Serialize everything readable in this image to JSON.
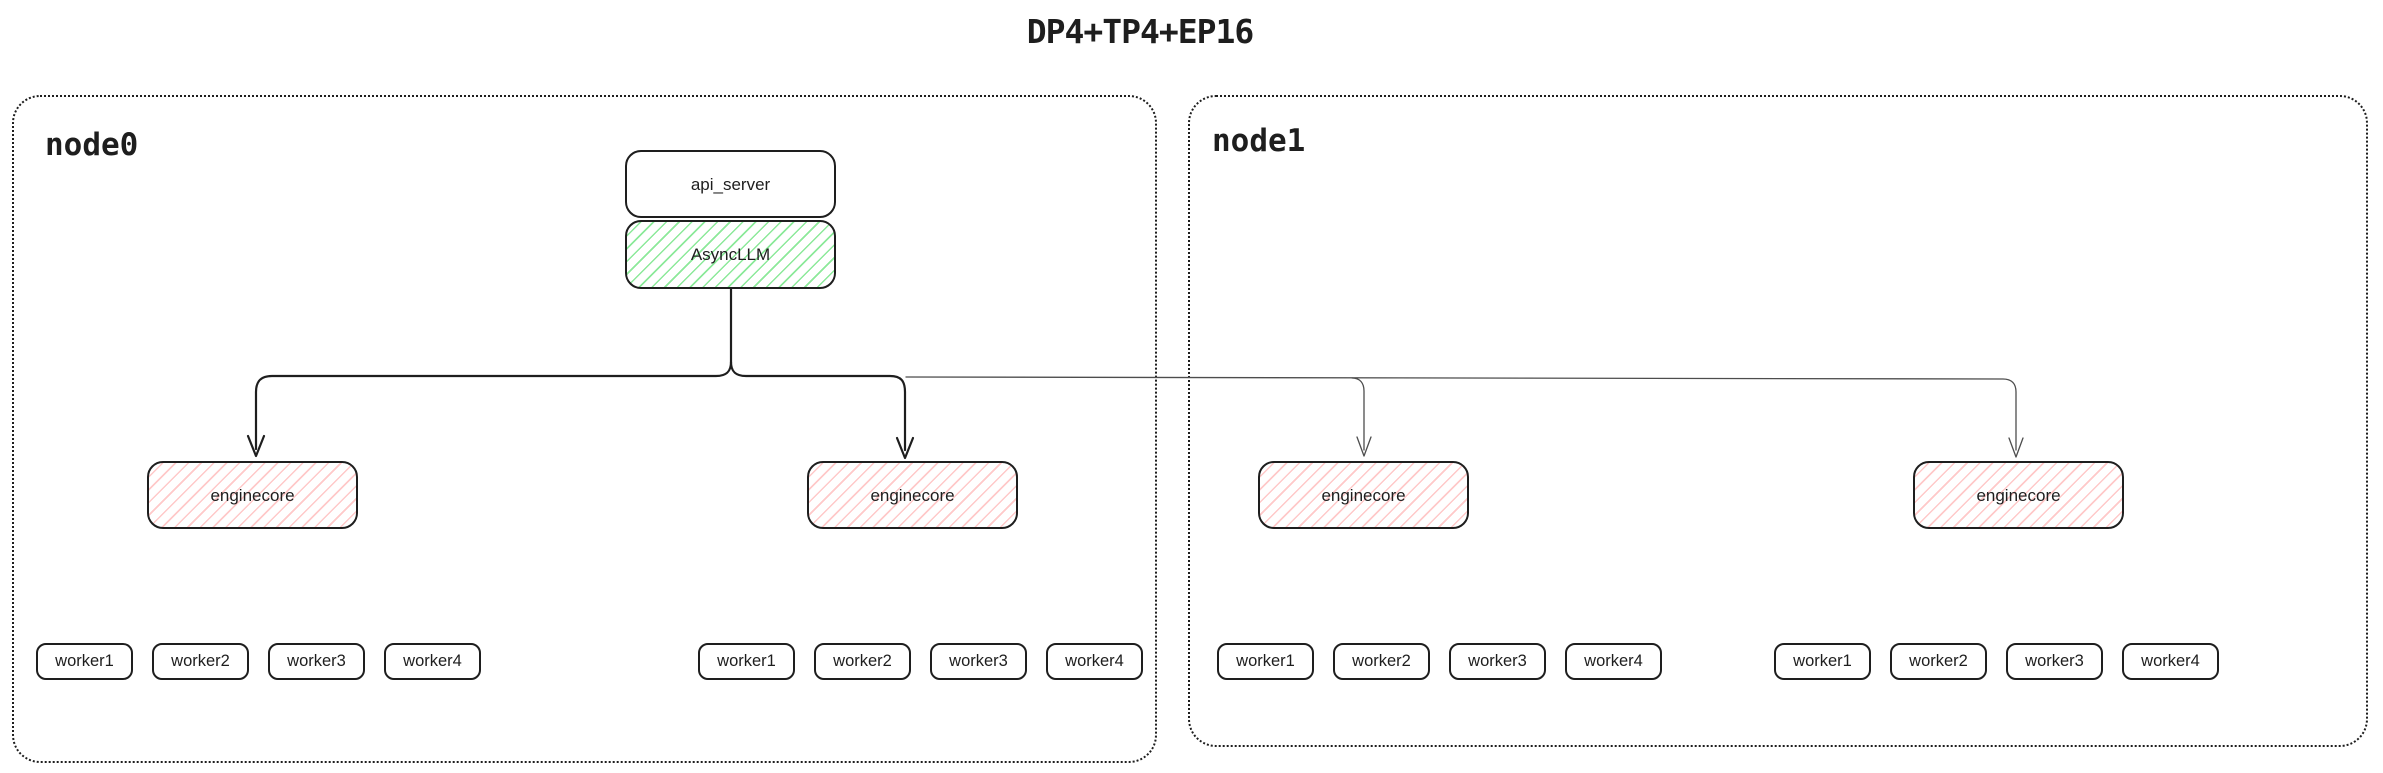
{
  "title": "DP4+TP4+EP16",
  "colors": {
    "stroke": "#1e1e1e",
    "async_llm_hatch": "#8ce99a",
    "enginecore_hatch": "#ffc9c9",
    "secondary_line": "#4d4d4d",
    "background": "#ffffff"
  },
  "api_server": {
    "label": "api_server"
  },
  "async_llm": {
    "label": "AsyncLLM"
  },
  "nodes": [
    {
      "label": "node0",
      "enginecores": [
        {
          "label": "enginecore",
          "workers": [
            "worker1",
            "worker2",
            "worker3",
            "worker4"
          ]
        },
        {
          "label": "enginecore",
          "workers": [
            "worker1",
            "worker2",
            "worker3",
            "worker4"
          ]
        }
      ]
    },
    {
      "label": "node1",
      "enginecores": [
        {
          "label": "enginecore",
          "workers": [
            "worker1",
            "worker2",
            "worker3",
            "worker4"
          ]
        },
        {
          "label": "enginecore",
          "workers": [
            "worker1",
            "worker2",
            "worker3",
            "worker4"
          ]
        }
      ]
    }
  ]
}
